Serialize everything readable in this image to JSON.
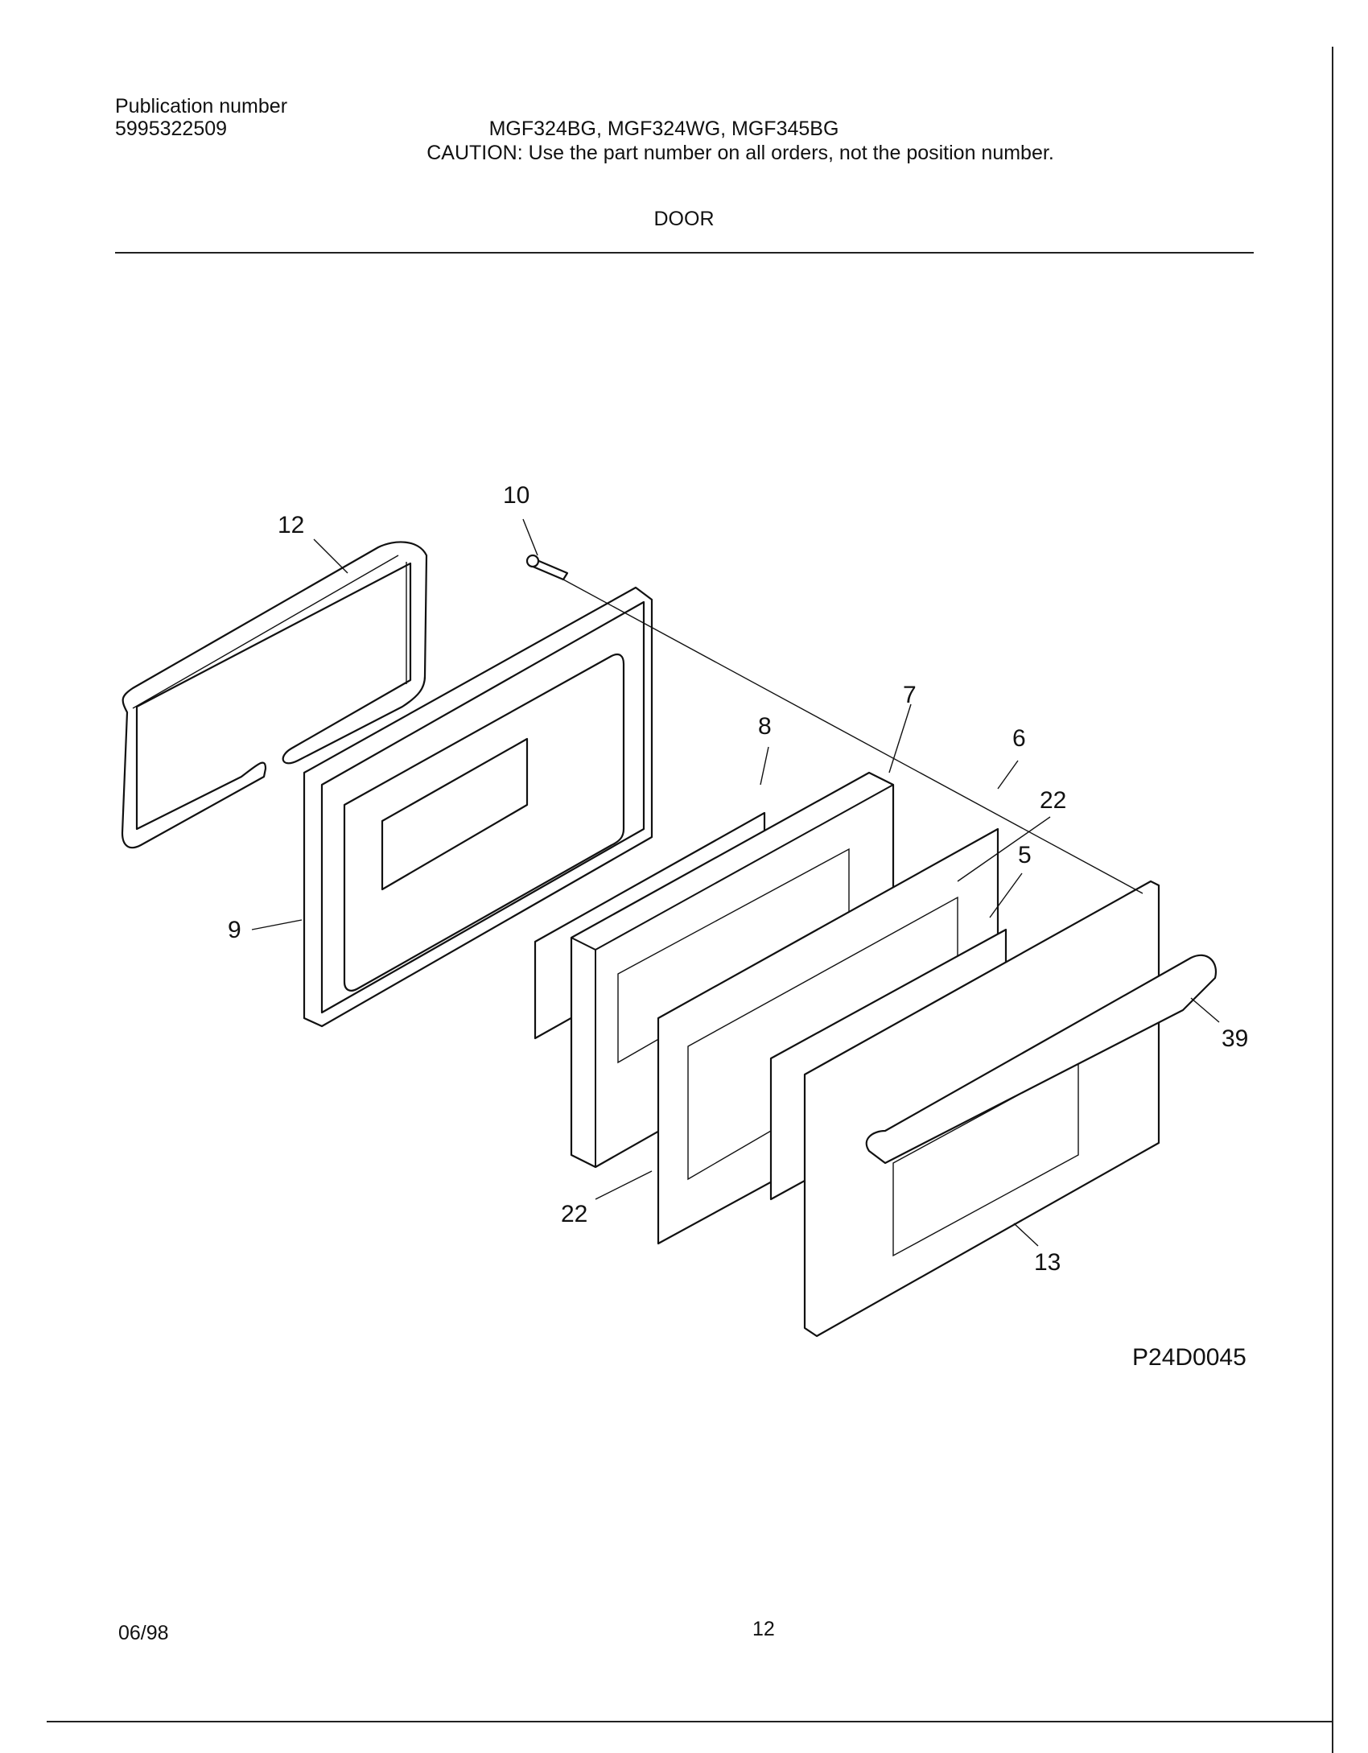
{
  "header": {
    "publication_label": "Publication number",
    "publication_number": "5995322509",
    "models": "MGF324BG,  MGF324WG,  MGF345BG",
    "caution": "CAUTION:  Use the part number on all orders, not the position number.",
    "section_title": "DOOR"
  },
  "diagram": {
    "figure_id": "P24D0045",
    "callouts": [
      "12",
      "10",
      "7",
      "8",
      "6",
      "22",
      "5",
      "9",
      "39",
      "22",
      "13"
    ]
  },
  "footer": {
    "date": "06/98",
    "page_number": "12"
  }
}
